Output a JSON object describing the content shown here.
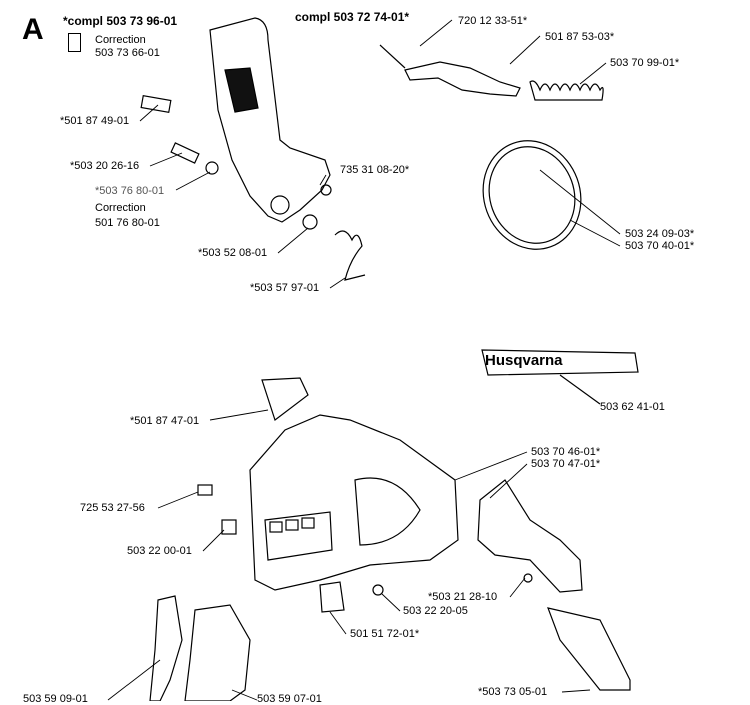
{
  "section_letter": "A",
  "brand": "Husqvarna",
  "labels": {
    "compl_left": "*compl 503 73 96-01",
    "correction_1": "Correction",
    "correction_1_num": "503 73 66-01",
    "compl_top": "compl 503 72 74-01*",
    "p720_12_33_51": "720 12 33-51*",
    "p501_87_53_03": "501 87 53-03*",
    "p503_70_99_01": "503 70 99-01*",
    "p501_87_49_01": "*501 87 49-01",
    "p503_20_26_16": "*503 20 26-16",
    "p503_76_80_01": "*503 76 80-01",
    "correction_2": "Correction",
    "correction_2_num": "501 76 80-01",
    "p735_31_08_20": "735 31 08-20*",
    "p503_24_09_03": "503 24 09-03*",
    "p503_70_40_01": "503 70 40-01*",
    "p503_52_08_01": "*503 52 08-01",
    "p503_57_97_01": "*503 57 97-01",
    "p503_62_41_01": "503 62 41-01",
    "p501_87_47_01": "*501 87 47-01",
    "p503_70_46_01": "503 70 46-01*",
    "p503_70_47_01": "503 70 47-01*",
    "p725_53_27_56": "725 53 27-56",
    "p503_22_00_01": "503 22 00-01",
    "p503_21_28_10": "*503 21 28-10",
    "p503_22_20_05": "503 22 20-05",
    "p501_51_72_01": "501 51 72-01*",
    "p503_59_09_01": "503 59 09-01",
    "p503_59_07_01": "503 59 07-01",
    "p503_73_05_01": "*503 73 05-01"
  }
}
